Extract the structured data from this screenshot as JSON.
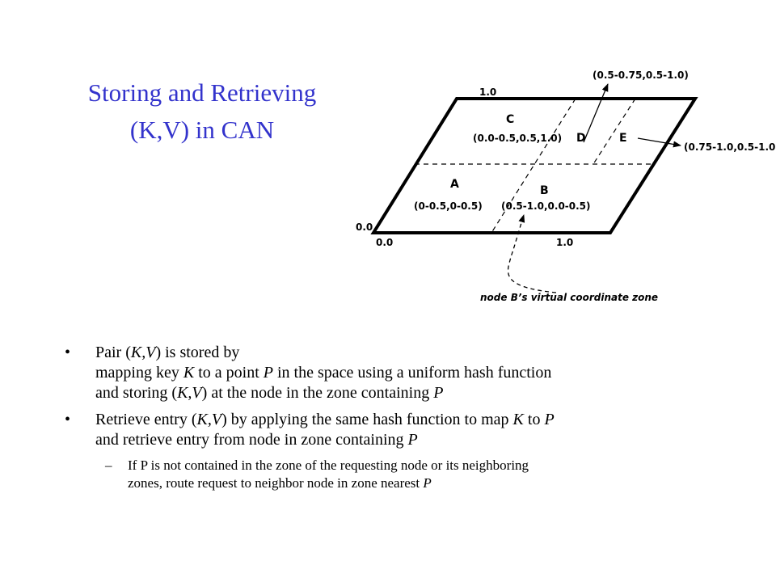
{
  "slide": {
    "title_line1": "Storing and Retrieving",
    "title_line2": "(K,V) in CAN",
    "colors": {
      "title": "#3333cc",
      "text": "#000000"
    }
  },
  "diagram": {
    "corner_top_left": "1.0",
    "corner_bottom_left": "0.0",
    "x_axis_start": "0.0",
    "x_axis_end": "1.0",
    "zones": {
      "A": {
        "name": "A",
        "range": "(0-0.5,0-0.5)"
      },
      "B": {
        "name": "B",
        "range": "(0.5-1.0,0.0-0.5)"
      },
      "C": {
        "name": "C",
        "range": "(0.0-0.5,0.5,1.0)"
      },
      "D": {
        "name": "D",
        "range": "(0.5-0.75,0.5-1.0)"
      },
      "E": {
        "name": "E",
        "range": "(0.75-1.0,0.5-1.0)"
      }
    },
    "caption": "node B’s virtual coordinate zone"
  },
  "bullets": [
    {
      "parts": [
        {
          "t": "Pair (",
          "i": false
        },
        {
          "t": "K,V",
          "i": true
        },
        {
          "t": ") is stored by",
          "i": false
        },
        {
          "br": true
        },
        {
          "t": "mapping key ",
          "i": false
        },
        {
          "t": "K",
          "i": true
        },
        {
          "t": " to a point ",
          "i": false
        },
        {
          "t": "P",
          "i": true
        },
        {
          "t": " in the space using a uniform hash function",
          "i": false
        },
        {
          "br": true
        },
        {
          "t": "and storing (",
          "i": false
        },
        {
          "t": "K,V",
          "i": true
        },
        {
          "t": ") at the node in the zone containing ",
          "i": false
        },
        {
          "t": "P",
          "i": true
        }
      ]
    },
    {
      "parts": [
        {
          "t": "Retrieve entry (",
          "i": false
        },
        {
          "t": "K,V",
          "i": true
        },
        {
          "t": ") by applying the same hash function to map ",
          "i": false
        },
        {
          "t": "K",
          "i": true
        },
        {
          "t": " to ",
          "i": false
        },
        {
          "t": "P",
          "i": true
        },
        {
          "br": true
        },
        {
          "t": "and retrieve entry from node in zone containing ",
          "i": false
        },
        {
          "t": "P",
          "i": true
        }
      ],
      "sub": [
        {
          "parts": [
            {
              "t": "If P is not contained in the zone of the requesting node or its neighboring",
              "i": false
            },
            {
              "br": true
            },
            {
              "t": "zones, route request to neighbor node in zone nearest ",
              "i": false
            },
            {
              "t": "P",
              "i": true
            }
          ]
        }
      ]
    }
  ],
  "symbols": {
    "bullet": "•",
    "dash": "–"
  }
}
